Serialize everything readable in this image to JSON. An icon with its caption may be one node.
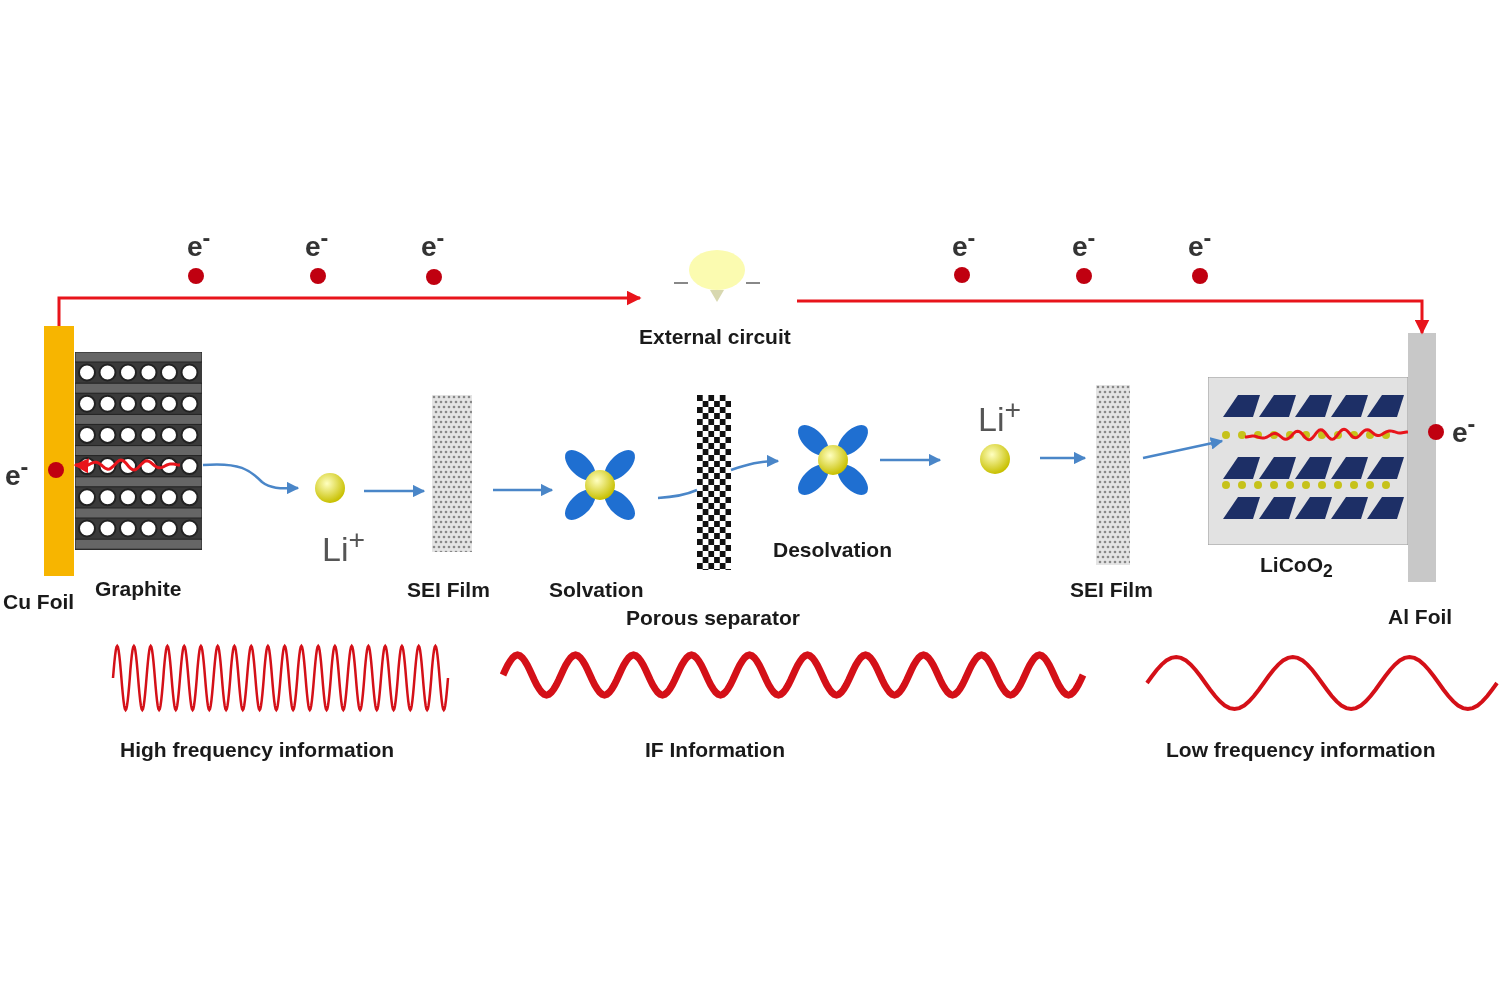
{
  "diagram": {
    "nodes": [
      {
        "text": [
          "Cu Foil"
        ]
      },
      {
        "text": [
          "Graphite"
        ]
      },
      {
        "text": [
          "Li$^{+}$"
        ]
      },
      {
        "text": [
          "SEI Film"
        ]
      },
      {
        "text": [
          "Solvation"
        ]
      },
      {
        "text": [
          "Porous separator"
        ]
      },
      {
        "text": [
          "Desolvation"
        ]
      },
      {
        "text": [
          "Li$^{+}$"
        ]
      },
      {
        "text": [
          "SEI Film"
        ]
      },
      {
        "text": [
          "LiCoO$_{2}$"
        ]
      },
      {
        "text": [
          "Al Foil"
        ]
      },
      {
        "text": [
          "External circuit"
        ]
      }
    ],
    "edges": [
      {
        "from": 0,
        "to": 11,
        "arrow": "to",
        "color": "#e8141b"
      },
      {
        "from": 11,
        "to": 10,
        "arrow": "to",
        "color": "#e8141b"
      },
      {
        "from": 1,
        "to": 0,
        "arrow": "to",
        "color": "#e8141b"
      },
      {
        "from": 1,
        "to": 2,
        "arrow": "to"
      },
      {
        "from": 2,
        "to": 3,
        "arrow": "to"
      },
      {
        "from": 3,
        "to": 4,
        "arrow": "to"
      },
      {
        "from": 4,
        "to": 5,
        "arrow": "none"
      },
      {
        "from": 5,
        "to": 6,
        "arrow": "to"
      },
      {
        "from": 6,
        "to": 7,
        "arrow": "to"
      },
      {
        "from": 7,
        "to": 8,
        "arrow": "to"
      },
      {
        "from": 8,
        "to": 9,
        "arrow": "to"
      },
      {
        "from": 9,
        "to": 10,
        "arrow": "none",
        "color": "#e8141b"
      }
    ],
    "labels": [
      "e$^{-}$",
      "e$^{-}$",
      "e$^{-}$",
      "e$^{-}$",
      "e$^{-}$",
      "e$^{-}$",
      "e$^{-}$",
      "e$^{-}$",
      "High frequency information",
      "IF Information",
      "Low frequency information"
    ]
  }
}
